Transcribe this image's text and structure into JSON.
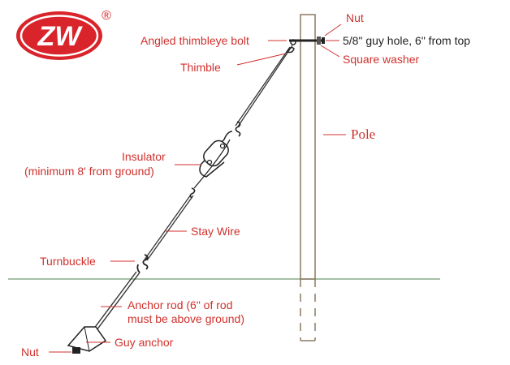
{
  "logo": {
    "text": "ZW",
    "registered": "®"
  },
  "labels": {
    "nut_top": "Nut",
    "guy_hole": "5/8\" guy hole, 6\" from top",
    "square_washer": "Square washer",
    "angled_bolt": "Angled thimbleye bolt",
    "thimble": "Thimble",
    "pole": "Pole",
    "insulator_1": "Insulator",
    "insulator_2": "(minimum 8' from ground)",
    "stay_wire": "Stay Wire",
    "turnbuckle": "Turnbuckle",
    "anchor_rod_1": "Anchor rod  (6\" of rod",
    "anchor_rod_2": "must be above ground)",
    "guy_anchor": "Guy anchor",
    "nut_bottom": "Nut"
  },
  "colors": {
    "red": "#d0312d",
    "text_dark": "#222222",
    "pole": "#8b7a63",
    "ground": "#88aa88",
    "wire": "#333333",
    "logo_red": "#d8242a"
  }
}
